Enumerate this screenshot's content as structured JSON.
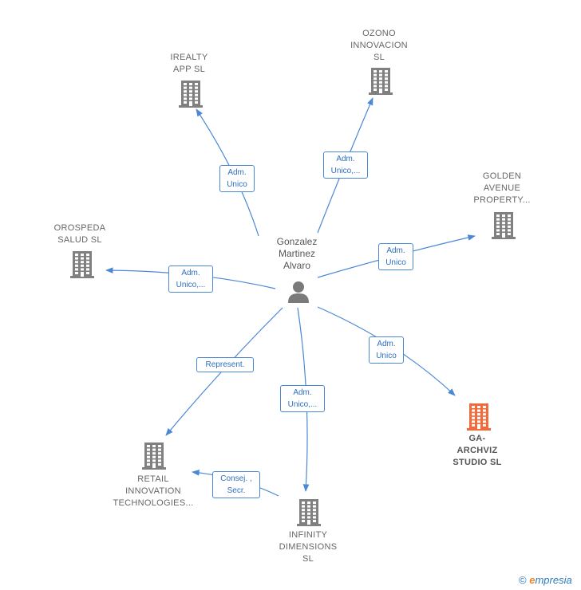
{
  "colors": {
    "edge": "#4a88d6",
    "building": "#808080",
    "accent_building": "#f06a3c",
    "person": "#7a7a7a"
  },
  "center": {
    "name": "Gonzalez\nMartinez\nAlvaro",
    "icon": "person-icon"
  },
  "companies": [
    {
      "id": "irealty",
      "name": "IREALTY\nAPP  SL",
      "icon": "building-icon"
    },
    {
      "id": "ozono",
      "name": "OZONO\nINNOVACION\nSL",
      "icon": "building-icon"
    },
    {
      "id": "golden",
      "name": "GOLDEN\nAVENUE\nPROPERTY...",
      "icon": "building-icon"
    },
    {
      "id": "orospeda",
      "name": "OROSPEDA\nSALUD SL",
      "icon": "building-icon"
    },
    {
      "id": "gaarchviz",
      "name": "GA-\nARCHVIZ\nSTUDIO  SL",
      "icon": "building-icon",
      "highlight": true
    },
    {
      "id": "retail",
      "name": "RETAIL\nINNOVATION\nTECHNOLOGIES...",
      "icon": "building-icon"
    },
    {
      "id": "infinity",
      "name": "INFINITY\nDIMENSIONS\nSL",
      "icon": "building-icon"
    }
  ],
  "relations": [
    {
      "from": "center",
      "to": "irealty",
      "label": "Adm.\nUnico"
    },
    {
      "from": "center",
      "to": "ozono",
      "label": "Adm.\nUnico,..."
    },
    {
      "from": "center",
      "to": "golden",
      "label": "Adm.\nUnico"
    },
    {
      "from": "center",
      "to": "orospeda",
      "label": "Adm.\nUnico,..."
    },
    {
      "from": "center",
      "to": "gaarchviz",
      "label": "Adm.\nUnico"
    },
    {
      "from": "center",
      "to": "retail",
      "label": "Represent."
    },
    {
      "from": "center",
      "to": "infinity",
      "label": "Adm.\nUnico,..."
    },
    {
      "from": "infinity",
      "to": "retail",
      "label": "Consej. ,\nSecr."
    }
  ],
  "footer": {
    "copyright": "©",
    "brand_e": "e",
    "brand_rest": "mpresia"
  }
}
